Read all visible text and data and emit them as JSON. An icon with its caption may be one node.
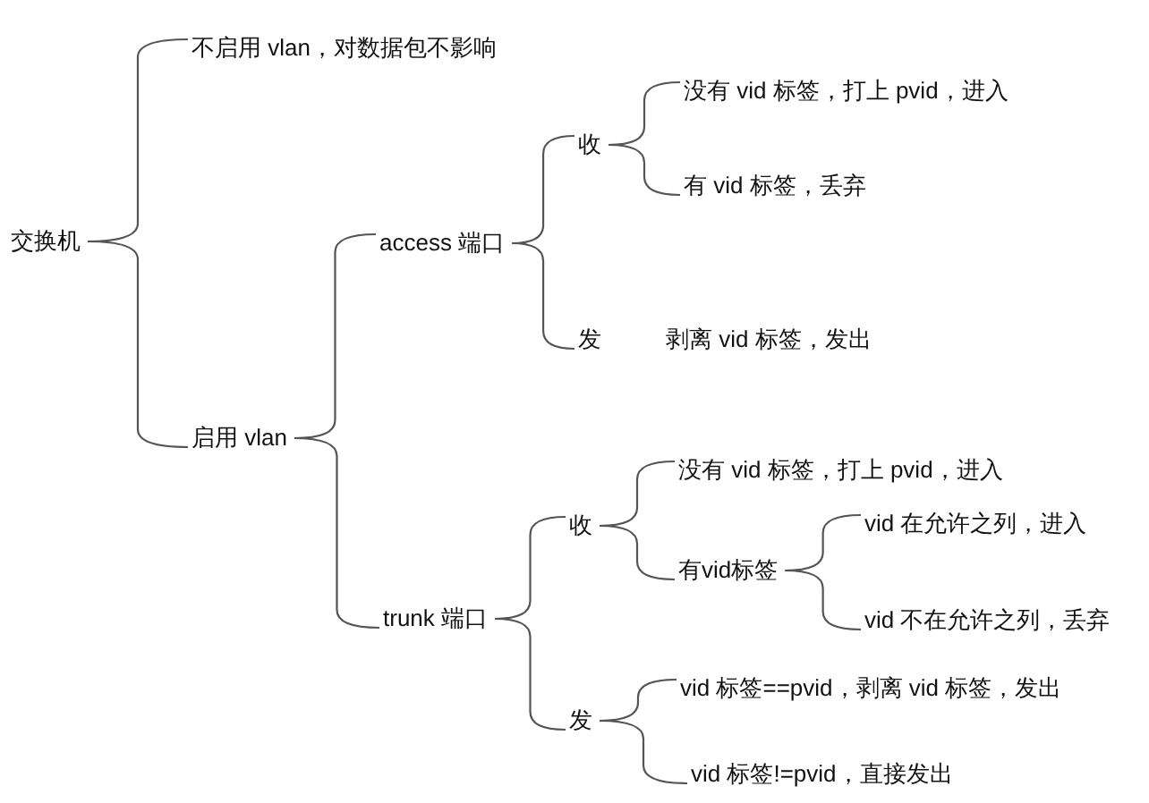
{
  "diagram": {
    "nodes": [
      {
        "text": [
          "交换机"
        ]
      },
      {
        "text": [
          "不启用 vlan，对数据包不影响"
        ]
      },
      {
        "text": [
          "启用 vlan"
        ]
      },
      {
        "text": [
          "access 端口"
        ]
      },
      {
        "text": [
          "收"
        ]
      },
      {
        "text": [
          "没有 vid 标签，打上 pvid，进入"
        ]
      },
      {
        "text": [
          "有 vid 标签，丢弃"
        ]
      },
      {
        "text": [
          "发"
        ],
        "beside": [
          "剥离 vid 标签，发出"
        ]
      },
      {
        "text": [
          "trunk 端口"
        ]
      },
      {
        "text": [
          "收"
        ]
      },
      {
        "text": [
          "没有 vid 标签，打上 pvid，进入"
        ]
      },
      {
        "text": [
          "有vid标签"
        ]
      },
      {
        "text": [
          "vid 在允许之列，进入"
        ]
      },
      {
        "text": [
          "vid 不在允许之列，丢弃"
        ]
      },
      {
        "text": [
          "发"
        ]
      },
      {
        "text": [
          "vid 标签==pvid，剥离 vid 标签，发出"
        ]
      },
      {
        "text": [
          "vid 标签!=pvid，直接发出"
        ]
      }
    ],
    "edges": [
      {
        "from": 0,
        "to": 1,
        "arrow": "none"
      },
      {
        "from": 0,
        "to": 2,
        "arrow": "none"
      },
      {
        "from": 2,
        "to": 3,
        "arrow": "none"
      },
      {
        "from": 2,
        "to": 8,
        "arrow": "none"
      },
      {
        "from": 3,
        "to": 4,
        "arrow": "none"
      },
      {
        "from": 3,
        "to": 7,
        "arrow": "none"
      },
      {
        "from": 4,
        "to": 5,
        "arrow": "none"
      },
      {
        "from": 4,
        "to": 6,
        "arrow": "none"
      },
      {
        "from": 8,
        "to": 9,
        "arrow": "none"
      },
      {
        "from": 8,
        "to": 14,
        "arrow": "none"
      },
      {
        "from": 9,
        "to": 10,
        "arrow": "none"
      },
      {
        "from": 9,
        "to": 11,
        "arrow": "none"
      },
      {
        "from": 11,
        "to": 12,
        "arrow": "none"
      },
      {
        "from": 11,
        "to": 13,
        "arrow": "none"
      },
      {
        "from": 14,
        "to": 15,
        "arrow": "none"
      },
      {
        "from": 14,
        "to": 16,
        "arrow": "none"
      }
    ]
  }
}
